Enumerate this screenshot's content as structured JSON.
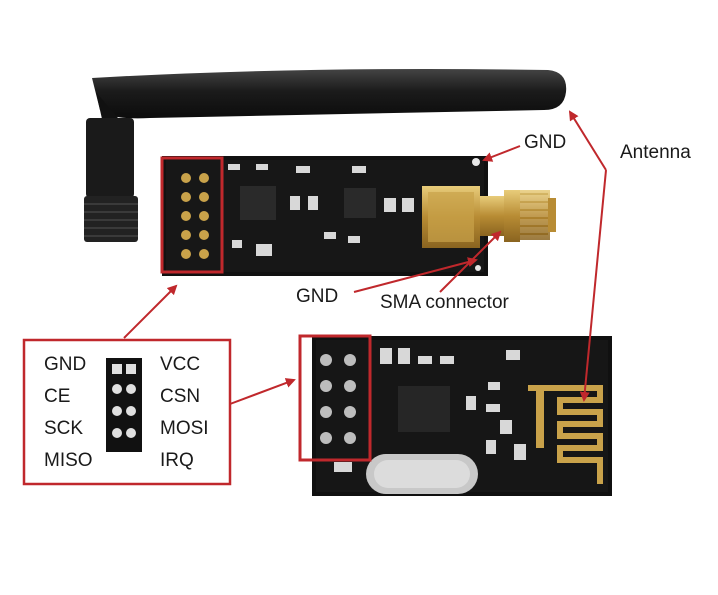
{
  "labels": {
    "gnd_top": "GND",
    "antenna": "Antenna",
    "gnd_bottom": "GND",
    "sma": "SMA connector"
  },
  "pinout": {
    "left": [
      "GND",
      "CE",
      "SCK",
      "MISO"
    ],
    "right": [
      "VCC",
      "CSN",
      "MOSI",
      "IRQ"
    ]
  },
  "colors": {
    "callout": "#c0282c",
    "pcb": "#141414",
    "gold": "#c9a24a",
    "antenna_body": "#1e1e1e"
  }
}
